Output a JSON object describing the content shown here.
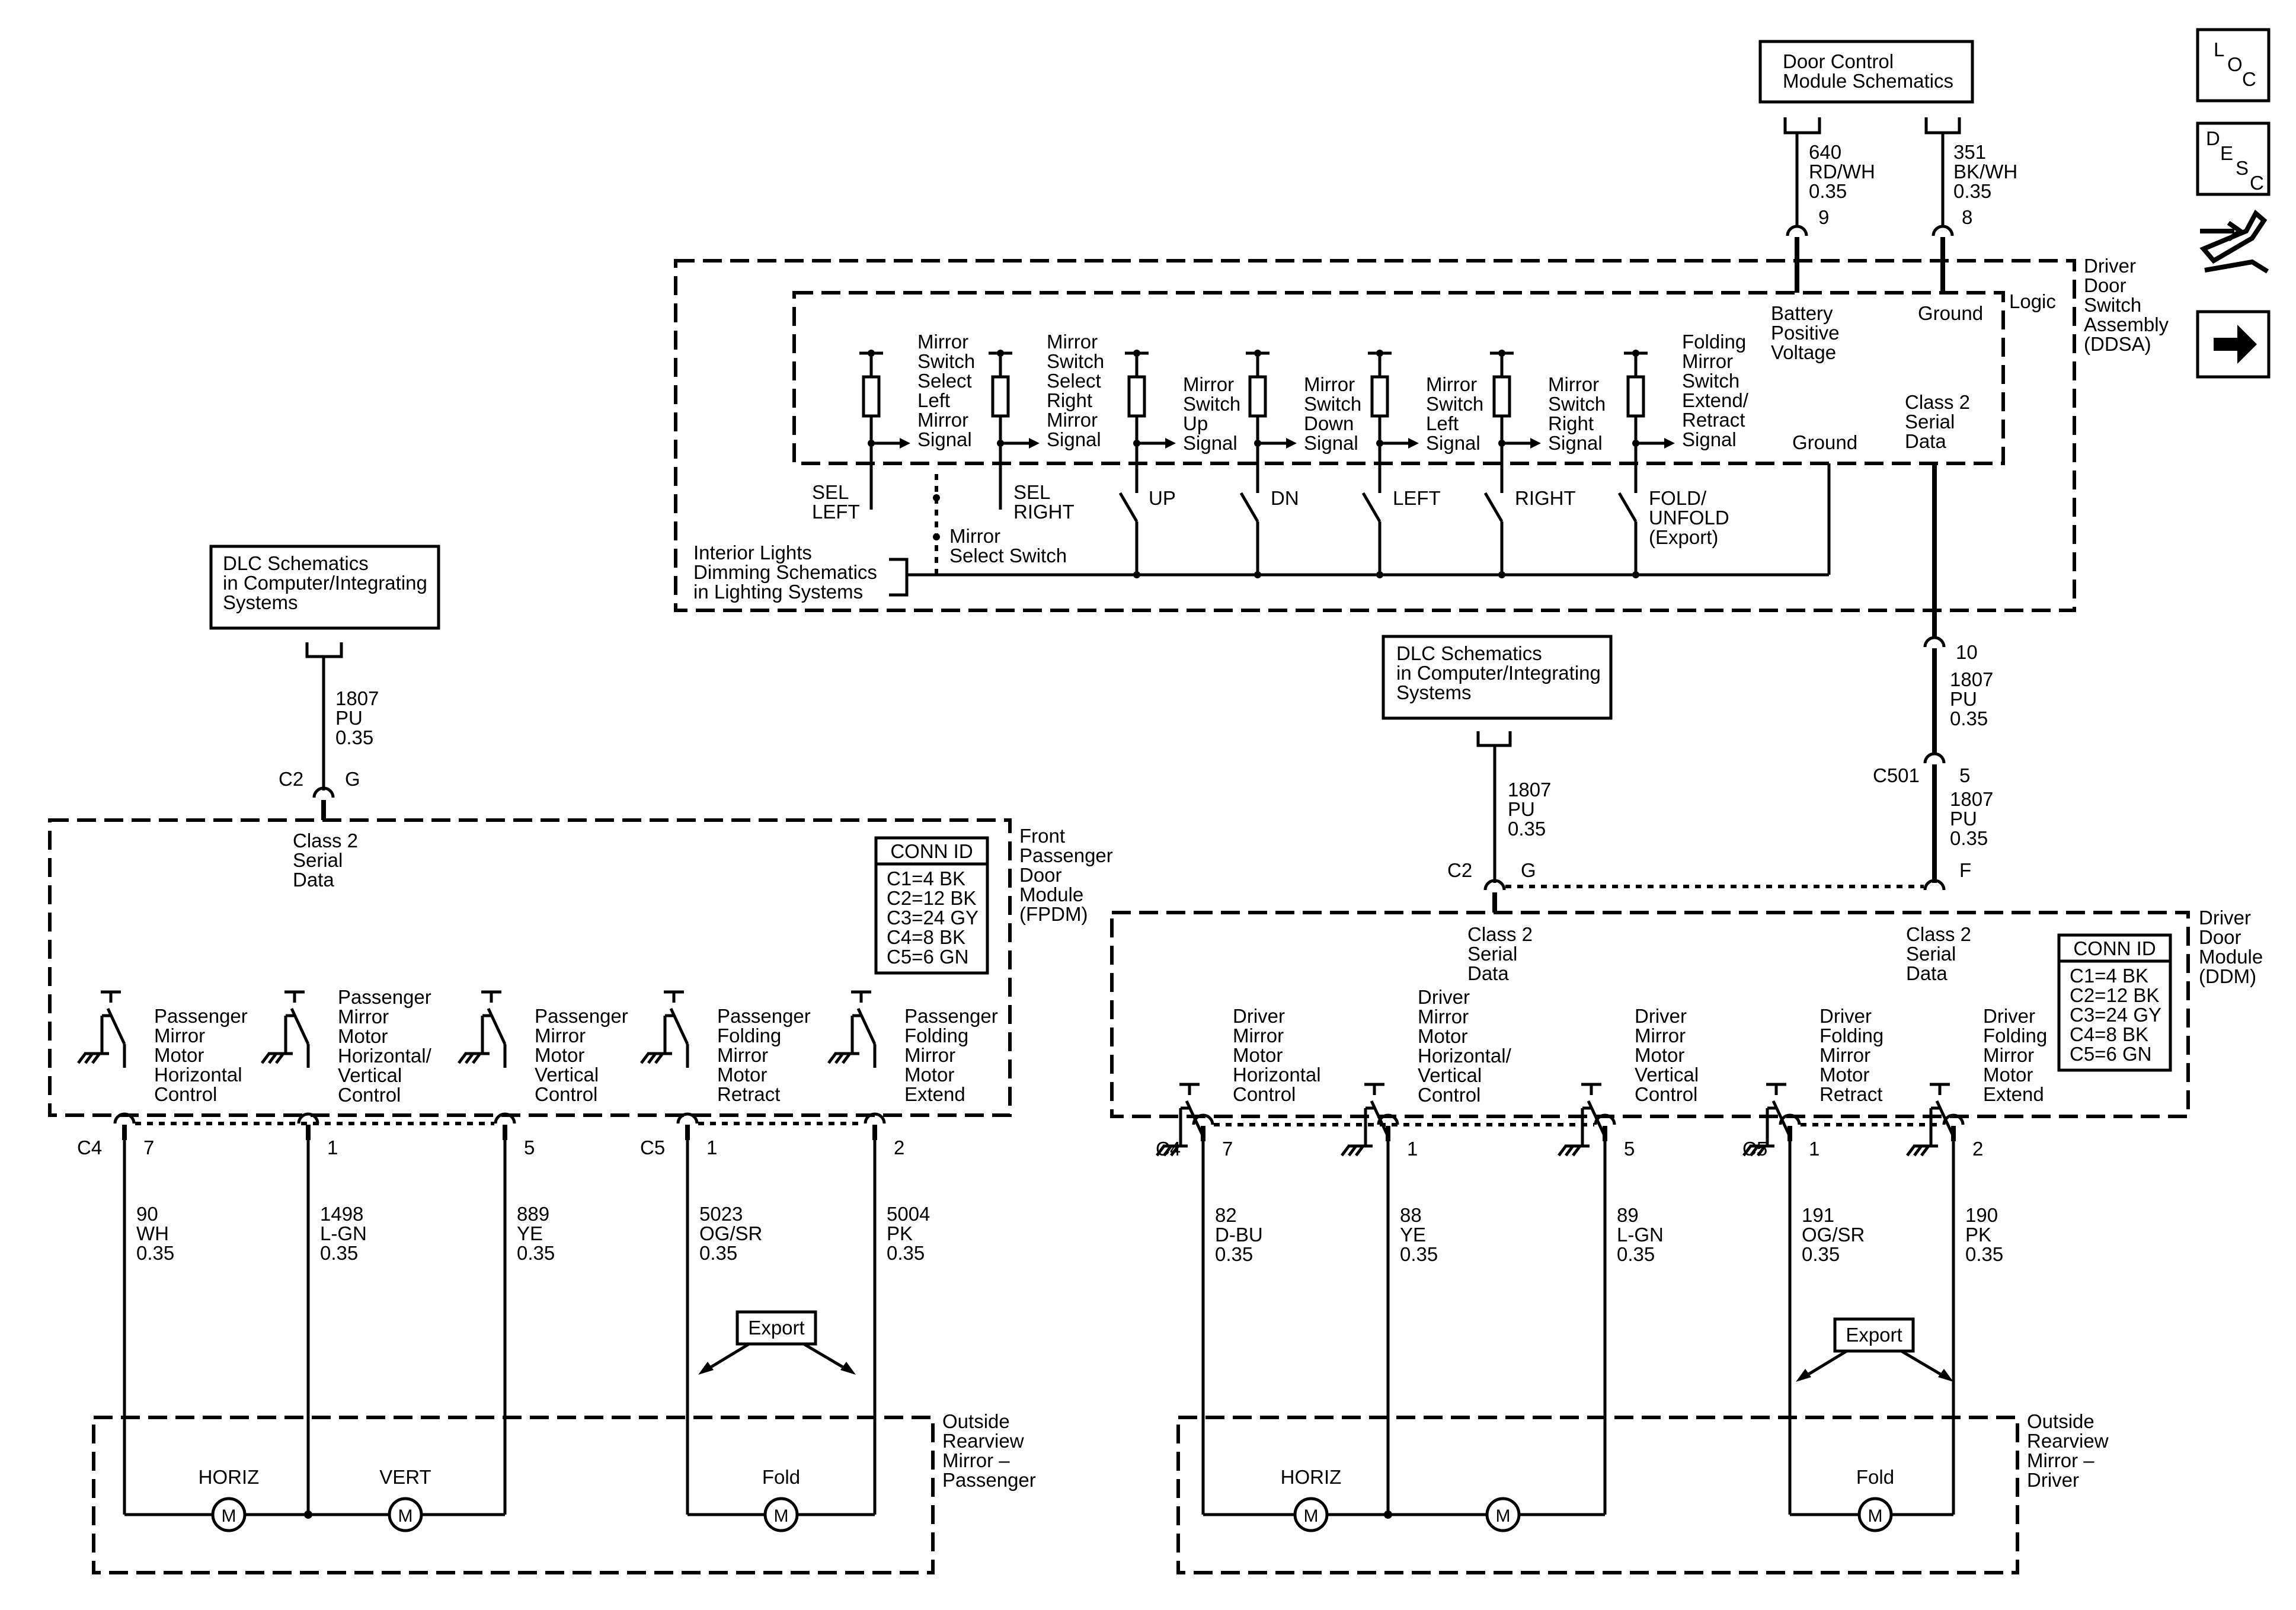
{
  "nav_icons": {
    "loc": [
      "L",
      "O",
      "C"
    ],
    "desc": [
      "D",
      "E",
      "S",
      "C"
    ]
  },
  "top_module": {
    "box": [
      "Door Control",
      "Module Schematics"
    ],
    "wire_left": {
      "circuit": "640",
      "color": "RD/WH",
      "gauge": "0.35",
      "pin": "9"
    },
    "wire_right": {
      "circuit": "351",
      "color": "BK/WH",
      "gauge": "0.35",
      "pin": "8"
    }
  },
  "ddsa": {
    "title": [
      "Driver",
      "Door",
      "Switch",
      "Assembly",
      "(DDSA)"
    ],
    "logic": "Logic",
    "battery_label": [
      "Battery",
      "Positive",
      "Voltage"
    ],
    "ground_label": "Ground",
    "class2": [
      "Class 2",
      "Serial",
      "Data"
    ],
    "ground_label2": "Ground",
    "signals": [
      [
        "Mirror",
        "Switch",
        "Select",
        "Left",
        "Mirror",
        "Signal"
      ],
      [
        "Mirror",
        "Switch",
        "Select",
        "Right",
        "Mirror",
        "Signal"
      ],
      [
        "Mirror",
        "Switch",
        "Up",
        "Signal"
      ],
      [
        "Mirror",
        "Switch",
        "Down",
        "Signal"
      ],
      [
        "Mirror",
        "Switch",
        "Left",
        "Signal"
      ],
      [
        "Mirror",
        "Switch",
        "Right",
        "Signal"
      ],
      [
        "Folding",
        "Mirror",
        "Switch",
        "Extend/",
        "Retract",
        "Signal"
      ]
    ],
    "switches": [
      [
        "SEL",
        "LEFT"
      ],
      [
        "SEL",
        "RIGHT"
      ],
      [
        "UP"
      ],
      [
        "DN"
      ],
      [
        "LEFT"
      ],
      [
        "RIGHT"
      ],
      [
        "FOLD/",
        "UNFOLD",
        "(Export)"
      ]
    ],
    "mirror_select_switch": [
      "Mirror",
      "Select Switch"
    ],
    "interior_lights": [
      "Interior Lights",
      "Dimming Schematics",
      "in Lighting Systems"
    ]
  },
  "class2_trunk": {
    "pin_top": "10",
    "wire_top": {
      "circuit": "1807",
      "color": "PU",
      "gauge": "0.35"
    },
    "connector": "C501",
    "pin_mid": "5",
    "wire_bottom": {
      "circuit": "1807",
      "color": "PU",
      "gauge": "0.35"
    },
    "pin_ddm": "F"
  },
  "dlc_left": {
    "box": [
      "DLC Schematics",
      "in Computer/Integrating",
      "Systems"
    ],
    "wire": {
      "circuit": "1807",
      "color": "PU",
      "gauge": "0.35"
    },
    "connector": "C2",
    "pin": "G"
  },
  "dlc_right": {
    "box": [
      "DLC Schematics",
      "in Computer/Integrating",
      "Systems"
    ],
    "wire": {
      "circuit": "1807",
      "color": "PU",
      "gauge": "0.35"
    },
    "connector": "C2",
    "pin": "G"
  },
  "fpdm": {
    "title": [
      "Front",
      "Passenger",
      "Door",
      "Module",
      "(FPDM)"
    ],
    "class2": [
      "Class 2",
      "Serial",
      "Data"
    ],
    "conn_id": {
      "header": "CONN ID",
      "rows": [
        "C1=4 BK",
        "C2=12 BK",
        "C3=24 GY",
        "C4=8 BK",
        "C5=6 GN"
      ]
    },
    "controls": [
      [
        "Passenger",
        "Mirror",
        "Motor",
        "Horizontal",
        "Control"
      ],
      [
        "Passenger",
        "Mirror",
        "Motor",
        "Horizontal/",
        "Vertical",
        "Control"
      ],
      [
        "Passenger",
        "Mirror",
        "Motor",
        "Vertical",
        "Control"
      ],
      [
        "Passenger",
        "Folding",
        "Mirror",
        "Motor",
        "Retract"
      ],
      [
        "Passenger",
        "Folding",
        "Mirror",
        "Motor",
        "Extend"
      ]
    ],
    "connectors": [
      "C4",
      "C5"
    ],
    "pins": [
      "7",
      "1",
      "5",
      "1",
      "2"
    ],
    "wires": [
      {
        "circuit": "90",
        "color": "WH",
        "gauge": "0.35"
      },
      {
        "circuit": "1498",
        "color": "L-GN",
        "gauge": "0.35"
      },
      {
        "circuit": "889",
        "color": "YE",
        "gauge": "0.35"
      },
      {
        "circuit": "5023",
        "color": "OG/SR",
        "gauge": "0.35"
      },
      {
        "circuit": "5004",
        "color": "PK",
        "gauge": "0.35"
      }
    ],
    "export": "Export"
  },
  "ddm": {
    "title": [
      "Driver",
      "Door",
      "Module",
      "(DDM)"
    ],
    "class2_left": [
      "Class 2",
      "Serial",
      "Data"
    ],
    "class2_right": [
      "Class 2",
      "Serial",
      "Data"
    ],
    "conn_id": {
      "header": "CONN ID",
      "rows": [
        "C1=4 BK",
        "C2=12 BK",
        "C3=24 GY",
        "C4=8 BK",
        "C5=6 GN"
      ]
    },
    "controls": [
      [
        "Driver",
        "Mirror",
        "Motor",
        "Horizontal",
        "Control"
      ],
      [
        "Driver",
        "Mirror",
        "Motor",
        "Horizontal/",
        "Vertical",
        "Control"
      ],
      [
        "Driver",
        "Mirror",
        "Motor",
        "Vertical",
        "Control"
      ],
      [
        "Driver",
        "Folding",
        "Mirror",
        "Motor",
        "Retract"
      ],
      [
        "Driver",
        "Folding",
        "Mirror",
        "Motor",
        "Extend"
      ]
    ],
    "connectors": [
      "C4",
      "C5"
    ],
    "pins": [
      "7",
      "1",
      "5",
      "1",
      "2"
    ],
    "wires": [
      {
        "circuit": "82",
        "color": "D-BU",
        "gauge": "0.35"
      },
      {
        "circuit": "88",
        "color": "YE",
        "gauge": "0.35"
      },
      {
        "circuit": "89",
        "color": "L-GN",
        "gauge": "0.35"
      },
      {
        "circuit": "191",
        "color": "OG/SR",
        "gauge": "0.35"
      },
      {
        "circuit": "190",
        "color": "PK",
        "gauge": "0.35"
      }
    ],
    "export": "Export"
  },
  "mirror_passenger": {
    "title": [
      "Outside",
      "Rearview",
      "Mirror –",
      "Passenger"
    ],
    "motor_labels": [
      "HORIZ",
      "VERT",
      "Fold"
    ],
    "motor_symbol": "M"
  },
  "mirror_driver": {
    "title": [
      "Outside",
      "Rearview",
      "Mirror –",
      "Driver"
    ],
    "motor_labels": [
      "HORIZ",
      "Fold"
    ],
    "motor_symbol": "M"
  }
}
